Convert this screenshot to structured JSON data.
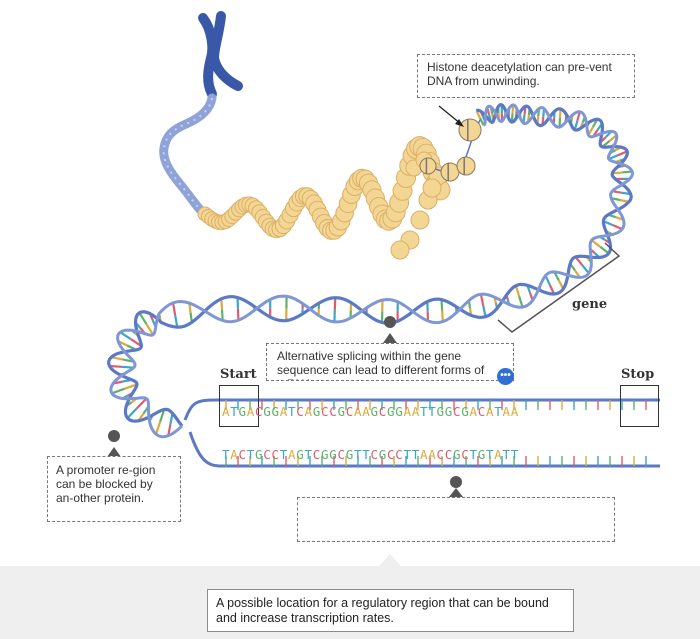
{
  "notes": {
    "histone": "Histone deacetylation can pre-vent DNA from unwinding.",
    "splicing": "Alternative splicing within the gene sequence can lead to different forms of mRNA.",
    "promoter": "A promoter re-gion can be blocked by an-other protein.",
    "empty": ""
  },
  "labels": {
    "start": "Start",
    "stop": "Stop",
    "gene": "gene"
  },
  "sequence": {
    "top": "ATGACGGATCAGCCGCAAGCGGAATTGGCGACATAA",
    "bottom": "TACTGCCTAGTCGGCGTTCGCCTTAACCGCTGTATT"
  },
  "base_colors": {
    "A": "#e0a83a",
    "T": "#3aa6c9",
    "G": "#5bb36a",
    "C": "#e25a6e"
  },
  "drop_panel": {
    "text": "A possible location for a regulatory region that can be bound and increase transcription rates."
  },
  "more_button": {
    "label": "•••"
  },
  "colors": {
    "strand": "#5b79c4",
    "chromosome": "#3a58a8",
    "nucleosome": "#f0d08a"
  }
}
